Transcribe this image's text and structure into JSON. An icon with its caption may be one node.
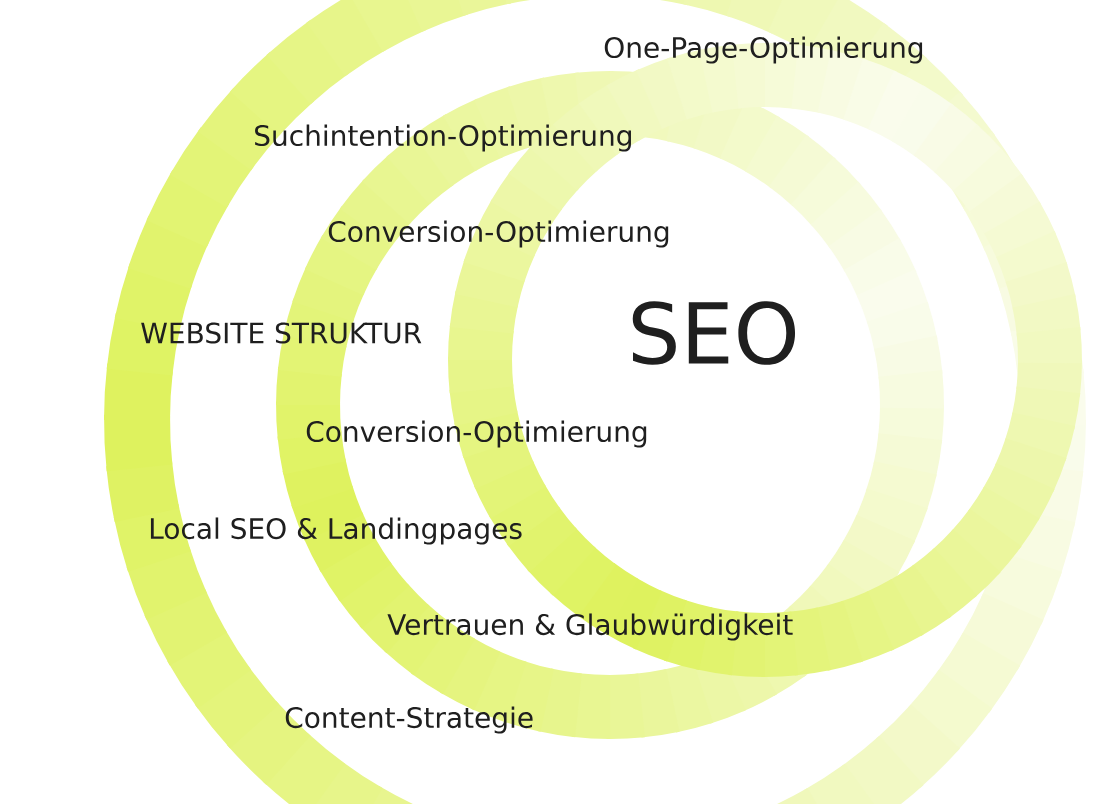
{
  "diagram": {
    "labels": [
      "One-Page-Optimierung",
      "Suchintention-Optimierung",
      "Conversion-Optimierung",
      "WEBSITE STRUKTUR",
      "SEO",
      "Conversion-Optimierung",
      "Local SEO & Landingpages",
      "Vertrauen & Glaubwürdigkeit",
      "Content-Strategie"
    ]
  }
}
